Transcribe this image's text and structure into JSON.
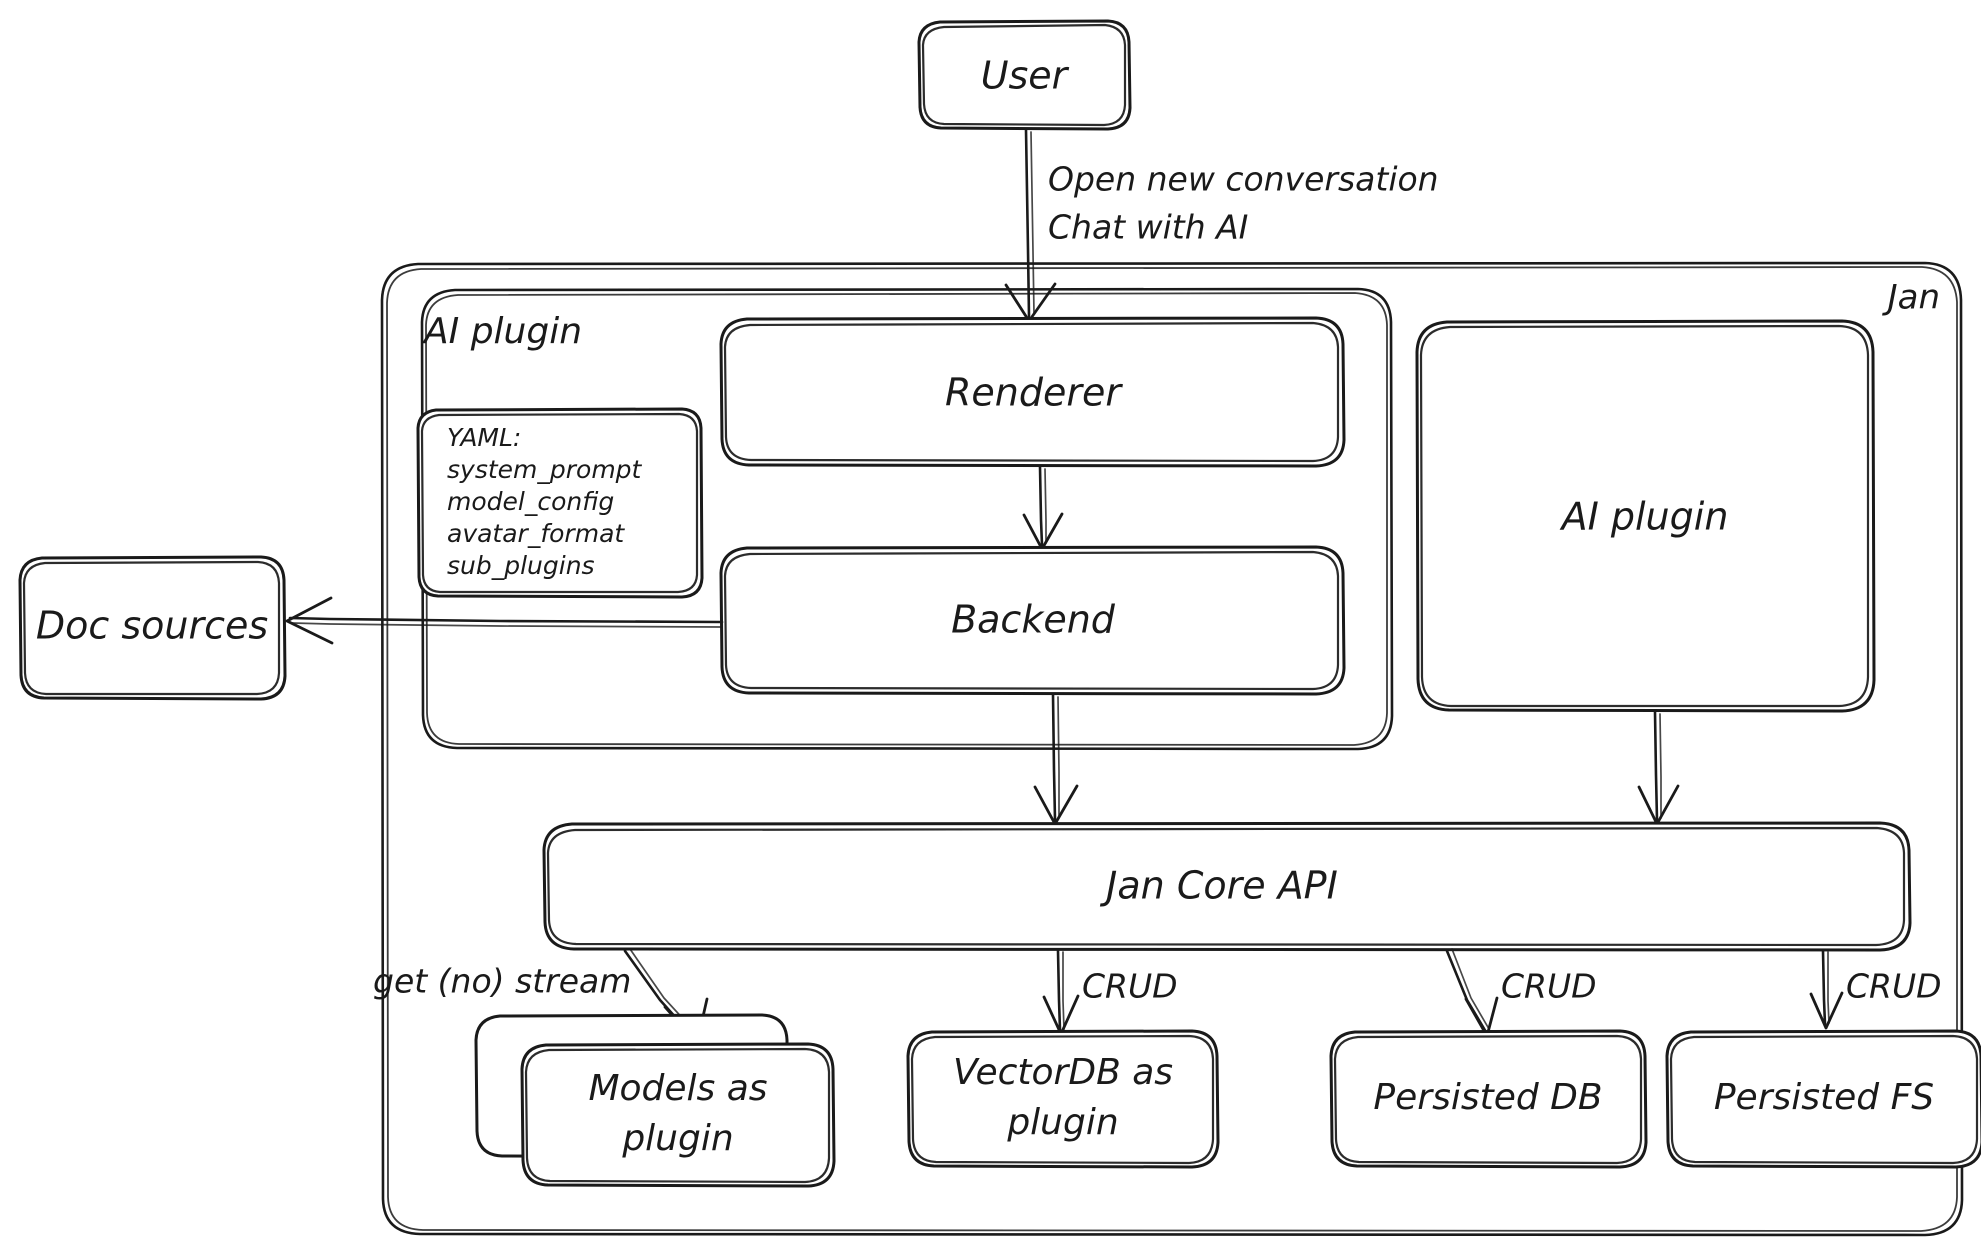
{
  "diagram": {
    "title": "Jan architecture diagram",
    "style": "hand-drawn",
    "stroke_color": "#1a1a1a",
    "background_color": "#ffffff"
  },
  "groups": {
    "jan": {
      "label": "Jan"
    },
    "ai_plugin_group": {
      "label": "AI plugin"
    }
  },
  "nodes": {
    "user": {
      "label": "User"
    },
    "renderer": {
      "label": "Renderer"
    },
    "backend": {
      "label": "Backend"
    },
    "ai_plugin": {
      "label": "AI plugin"
    },
    "doc_sources": {
      "label": "Doc sources"
    },
    "jan_core_api": {
      "label": "Jan Core API"
    },
    "models_plugin": {
      "line1": "Models as",
      "line2": "plugin"
    },
    "vectordb_plugin": {
      "line1": "VectorDB as",
      "line2": "plugin"
    },
    "persisted_db": {
      "label": "Persisted DB"
    },
    "persisted_fs": {
      "label": "Persisted FS"
    }
  },
  "yaml_card": {
    "header": "YAML:",
    "keys": [
      "system_prompt",
      "model_config",
      "avatar_format",
      "sub_plugins"
    ]
  },
  "edges": {
    "user_to_renderer": {
      "line1": "Open new conversation",
      "line2": "Chat with AI"
    },
    "core_to_models": {
      "label": "get (no) stream"
    },
    "core_to_vectordb": {
      "label": "CRUD"
    },
    "core_to_db": {
      "label": "CRUD"
    },
    "core_to_fs": {
      "label": "CRUD"
    }
  }
}
